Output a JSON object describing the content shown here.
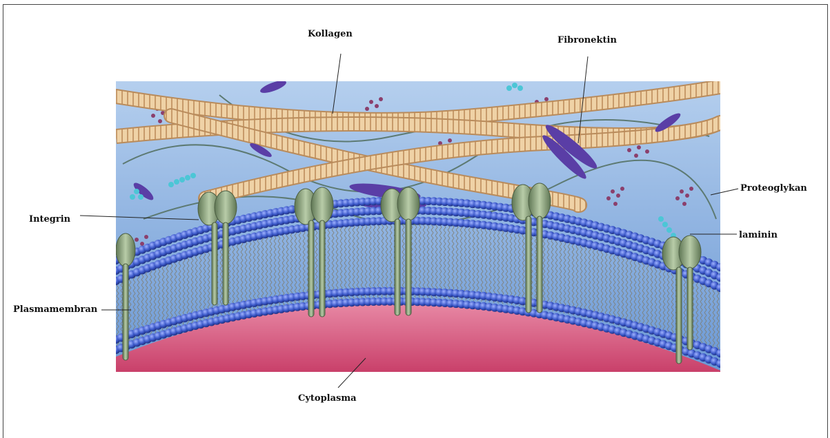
{
  "labels": {
    "kollagen": "Kollagen",
    "fibronektin": "Fibronektin",
    "integrin": "Integrin",
    "proteoglykan": "Proteoglykan",
    "laminin": "laminin",
    "plasmamembran": "Plasmamembran",
    "cytoplasma": "Cytoplasma"
  },
  "colors": {
    "ecm_top": "#a9c7e8",
    "ecm_bottom": "#6f9bd6",
    "cytoplasm": "#d9547a",
    "lipid_head": "#3a57b8",
    "lipid_tail": "#8a8a7a",
    "collagen": "#e8c79a",
    "collagen_stripe": "#b98b5b",
    "fibronectin": "#5a3fa8",
    "integrin": "#8aa07a",
    "proteoglycan": "#8a3a6a",
    "laminin": "#4fc3d0"
  }
}
